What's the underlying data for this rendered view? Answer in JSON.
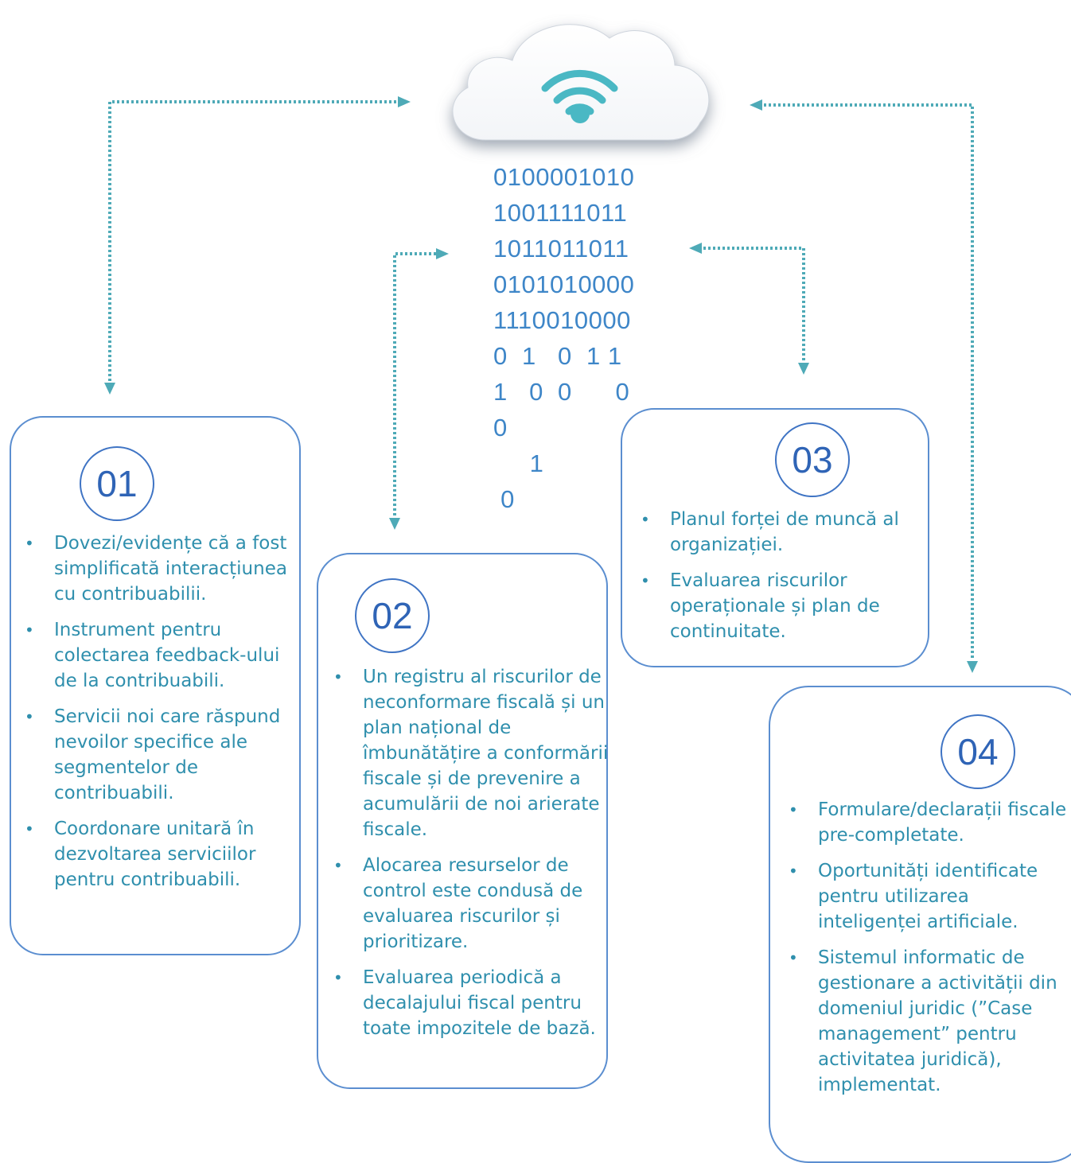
{
  "diagram": {
    "cloud_icon": "wifi-icon",
    "binary_rows": [
      "0100001010",
      "1001111011",
      "1011011011",
      "0101010000",
      "1110010000",
      "0  1   0  1 1",
      "1   0  0      0",
      "0",
      "     1",
      " 0"
    ],
    "colors": {
      "connector": "#4eaab7",
      "card_border": "#5b8ed0",
      "number": "#2f64b6",
      "text": "#2f8fad",
      "binary": "#3e86c8"
    },
    "cards": [
      {
        "number": "01",
        "items": [
          "Dovezi/evidențe că a fost simplificată interacțiunea cu contribuabilii.",
          "Instrument pentru colectarea feedback-ului de la contribuabili.",
          "Servicii noi care răspund nevoilor specifice ale segmentelor de contribuabili.",
          "Coordonare unitară în dezvoltarea serviciilor pentru contribuabili."
        ]
      },
      {
        "number": "02",
        "items": [
          "Un registru al riscurilor de neconformare fiscală și un plan național de îmbunătățire a conformării fiscale și de prevenire a acumulării de noi arierate fiscale.",
          "Alocarea resurselor de control este condusă de evaluarea riscurilor și prioritizare.",
          "Evaluarea periodică a decalajului fiscal pentru toate impozitele de bază."
        ]
      },
      {
        "number": "03",
        "items": [
          "Planul forței de muncă al organizației.",
          "Evaluarea riscurilor operaționale și plan de continuitate."
        ]
      },
      {
        "number": "04",
        "items": [
          "Formulare/declarații fiscale pre-completate.",
          "Oportunități identificate pentru utilizarea inteligenței artificiale.",
          "Sistemul informatic de gestionare a activității din domeniul juridic (”Case management” pentru activitatea juridică), implementat."
        ]
      }
    ]
  }
}
